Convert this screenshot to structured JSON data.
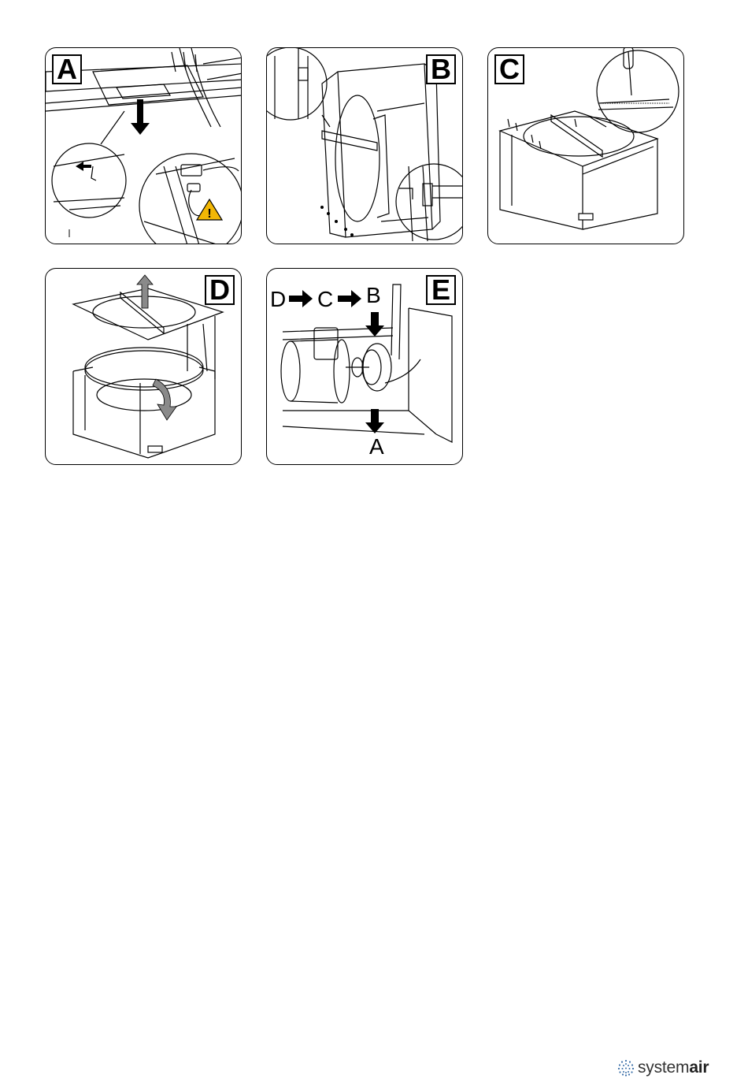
{
  "panels": {
    "a": {
      "label": "A"
    },
    "b": {
      "label": "B"
    },
    "c": {
      "label": "C"
    },
    "d": {
      "label": "D"
    },
    "e": {
      "label": "E",
      "sequence": {
        "d": "D",
        "c": "C",
        "b": "B",
        "a": "A"
      }
    }
  },
  "footer": {
    "brand_regular": "system",
    "brand_bold": "air",
    "logo_icon": "dotted-sphere-icon"
  },
  "colors": {
    "line": "#000000",
    "warning": "#f2b705",
    "gray_arrow": "#8a8a8a"
  }
}
